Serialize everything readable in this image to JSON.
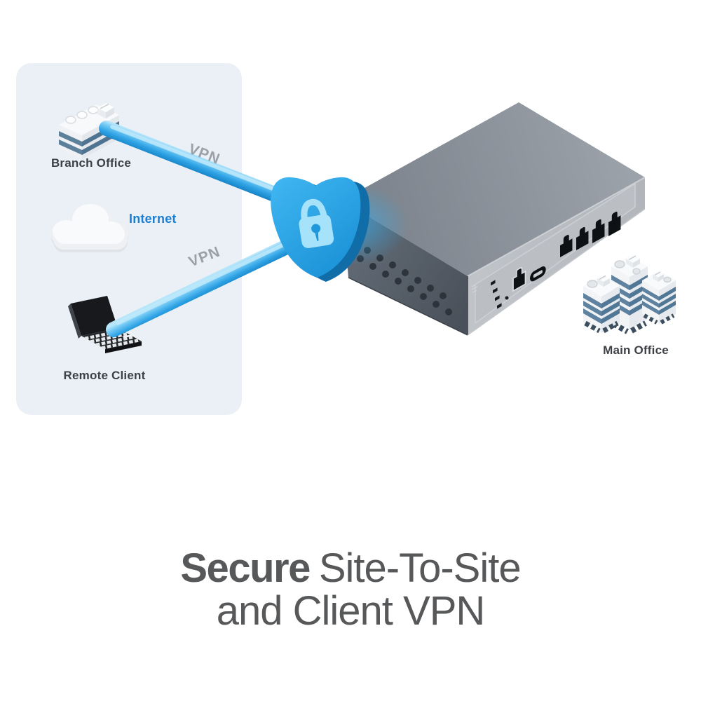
{
  "diagram": {
    "labels": {
      "branch_office": "Branch Office",
      "internet": "Internet",
      "remote_client": "Remote Client",
      "main_office": "Main Office",
      "vpn_tunnel_top": "VPN",
      "vpn_tunnel_bottom": "VPN"
    },
    "icons": [
      {
        "name": "branch-office-building-icon"
      },
      {
        "name": "internet-cloud-icon"
      },
      {
        "name": "remote-client-laptop-icon"
      },
      {
        "name": "vpn-shield-lock-icon"
      },
      {
        "name": "vpn-router-device-icon"
      },
      {
        "name": "main-office-buildings-icon"
      }
    ],
    "colors": {
      "panel_background": "#ebf0f6",
      "vpn_tube_blue": "#3fb0ee",
      "shield_blue": "#2aa5e7",
      "shield_side_blue": "#116da8",
      "lock_light_blue": "#a7e2fb",
      "internet_text_blue": "#1a7ed2",
      "label_text": "#3d4145",
      "vpn_label_gray": "#9aa0a8",
      "heading_text": "#57585a",
      "router_top_gray": "#8b929a",
      "router_side_dark": "#545b64",
      "router_face_light": "#b9bdc2",
      "building_window_blue": "#56799a"
    }
  },
  "heading": {
    "bold": "Secure",
    "line1_rest": "Site-To-Site",
    "line2": "and Client VPN"
  }
}
